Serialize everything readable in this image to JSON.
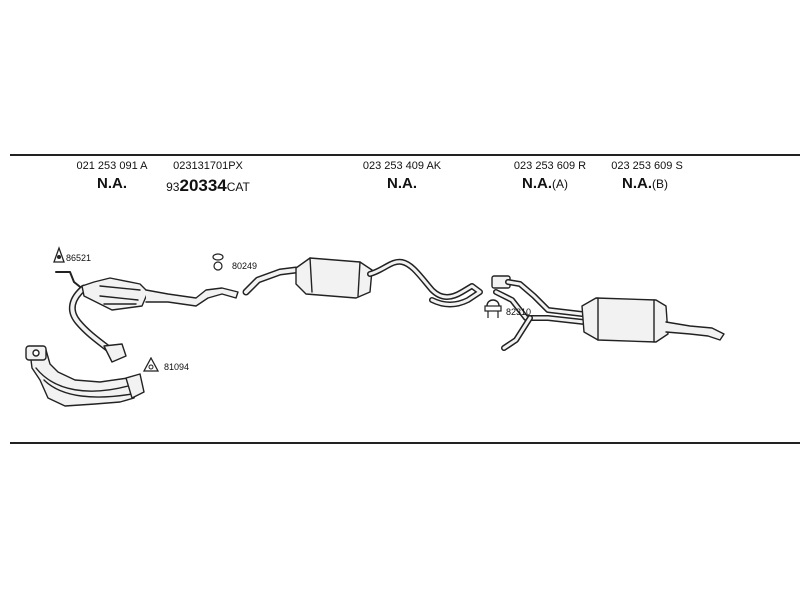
{
  "columns": [
    {
      "part_number": "021 253 091 A",
      "status": "N.A.",
      "suffix": ""
    },
    {
      "part_number": "023131701PX",
      "code_prefix": "93",
      "code_main": "20334",
      "code_suffix": "CAT"
    },
    {
      "part_number": "023 253 409 AK",
      "status": "N.A.",
      "suffix": ""
    },
    {
      "part_number": "023 253 609 R",
      "status": "N.A.",
      "suffix": "(A)"
    },
    {
      "part_number": "023 253 609 S",
      "status": "N.A.",
      "suffix": "(B)"
    }
  ],
  "callouts": {
    "gasket_top": "86521",
    "clamp_1": "80249",
    "gasket_bottom": "81094",
    "clamp_2": "82310"
  },
  "icons": [
    "gasket-icon",
    "clamp-icon",
    "gasket-icon",
    "clamp-icon"
  ]
}
